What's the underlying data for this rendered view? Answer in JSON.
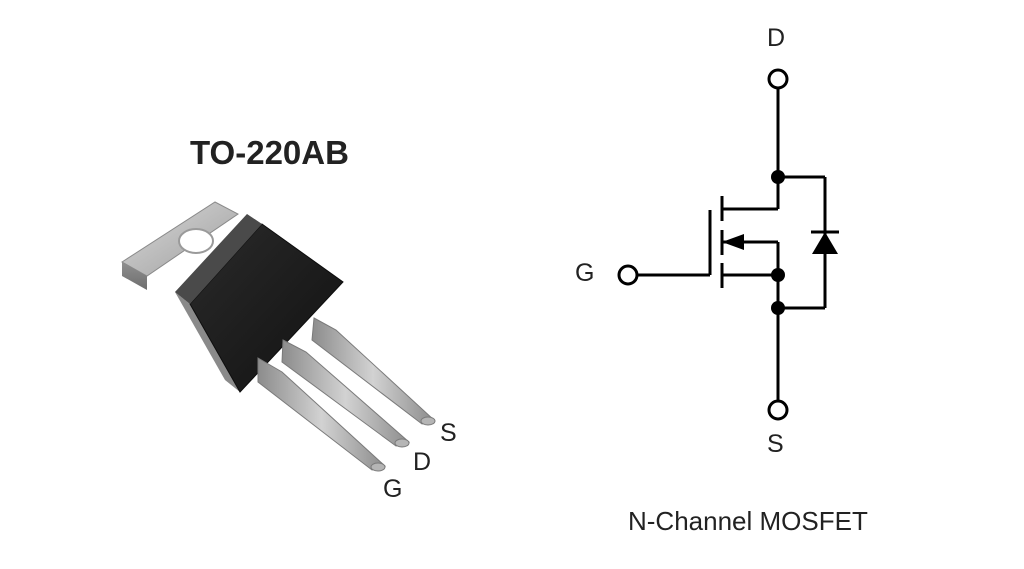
{
  "package": {
    "title": "TO-220AB",
    "pins": {
      "s": "S",
      "d": "D",
      "g": "G"
    }
  },
  "schematic": {
    "labels": {
      "drain": "D",
      "gate": "G",
      "source": "S"
    },
    "caption": "N-Channel MOSFET"
  },
  "colors": {
    "line": "#000000",
    "body": "#1c1c1c",
    "tab": "#b9b9b9",
    "lead": "#a7a7a7"
  }
}
